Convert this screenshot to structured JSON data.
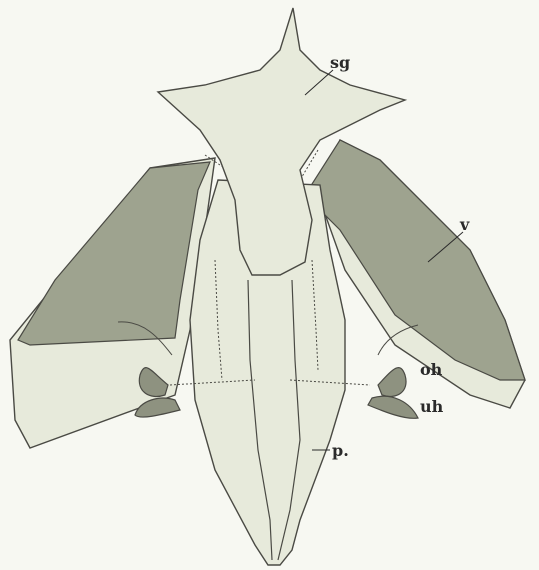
{
  "figure": {
    "labels": {
      "sg": "sg",
      "v": "v",
      "oh": "oh",
      "uh": "uh",
      "p": "p."
    },
    "colors": {
      "background": "#f7f8f2",
      "light_fill": "#e7eadb",
      "dark_fill": "#9ea38f",
      "hook_fill": "#8e9280",
      "outline": "#4a4a44"
    }
  }
}
